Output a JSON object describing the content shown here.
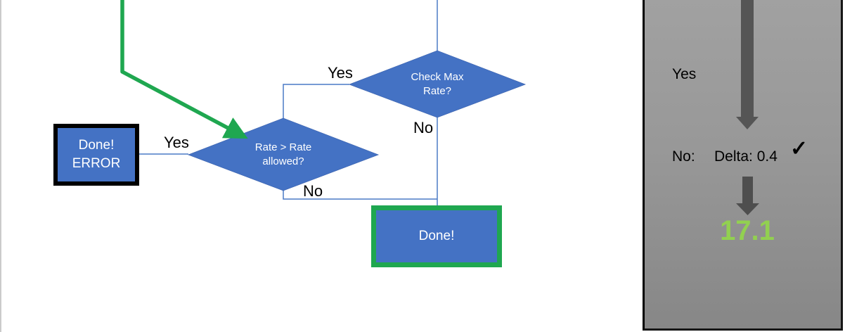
{
  "flowchart": {
    "decision_check_max": {
      "line1": "Check Max",
      "line2": "Rate?"
    },
    "decision_rate": {
      "line1": "Rate > Rate",
      "line2": "allowed?"
    },
    "done_error_box": {
      "line1": "Done!",
      "line2": "ERROR"
    },
    "done_box": {
      "label": "Done!"
    },
    "edge_labels": {
      "check_max_yes": "Yes",
      "check_max_no": "No",
      "rate_yes": "Yes",
      "rate_no": "No"
    }
  },
  "side_panel": {
    "yes_label": "Yes",
    "no_label": "No:",
    "delta_value": "Delta: 0.4",
    "check_icon": "✓",
    "result_value": "17.1"
  },
  "colors": {
    "shape_blue": "#4472C4",
    "accent_green": "#1FA750",
    "connector_blue": "#4a7ac6",
    "panel_gray_top": "#a1a1a1",
    "panel_gray_bottom": "#878787",
    "arrow_gray": "#555555",
    "result_green": "#92D050",
    "text_white": "#ffffff",
    "text_black": "#000000"
  }
}
